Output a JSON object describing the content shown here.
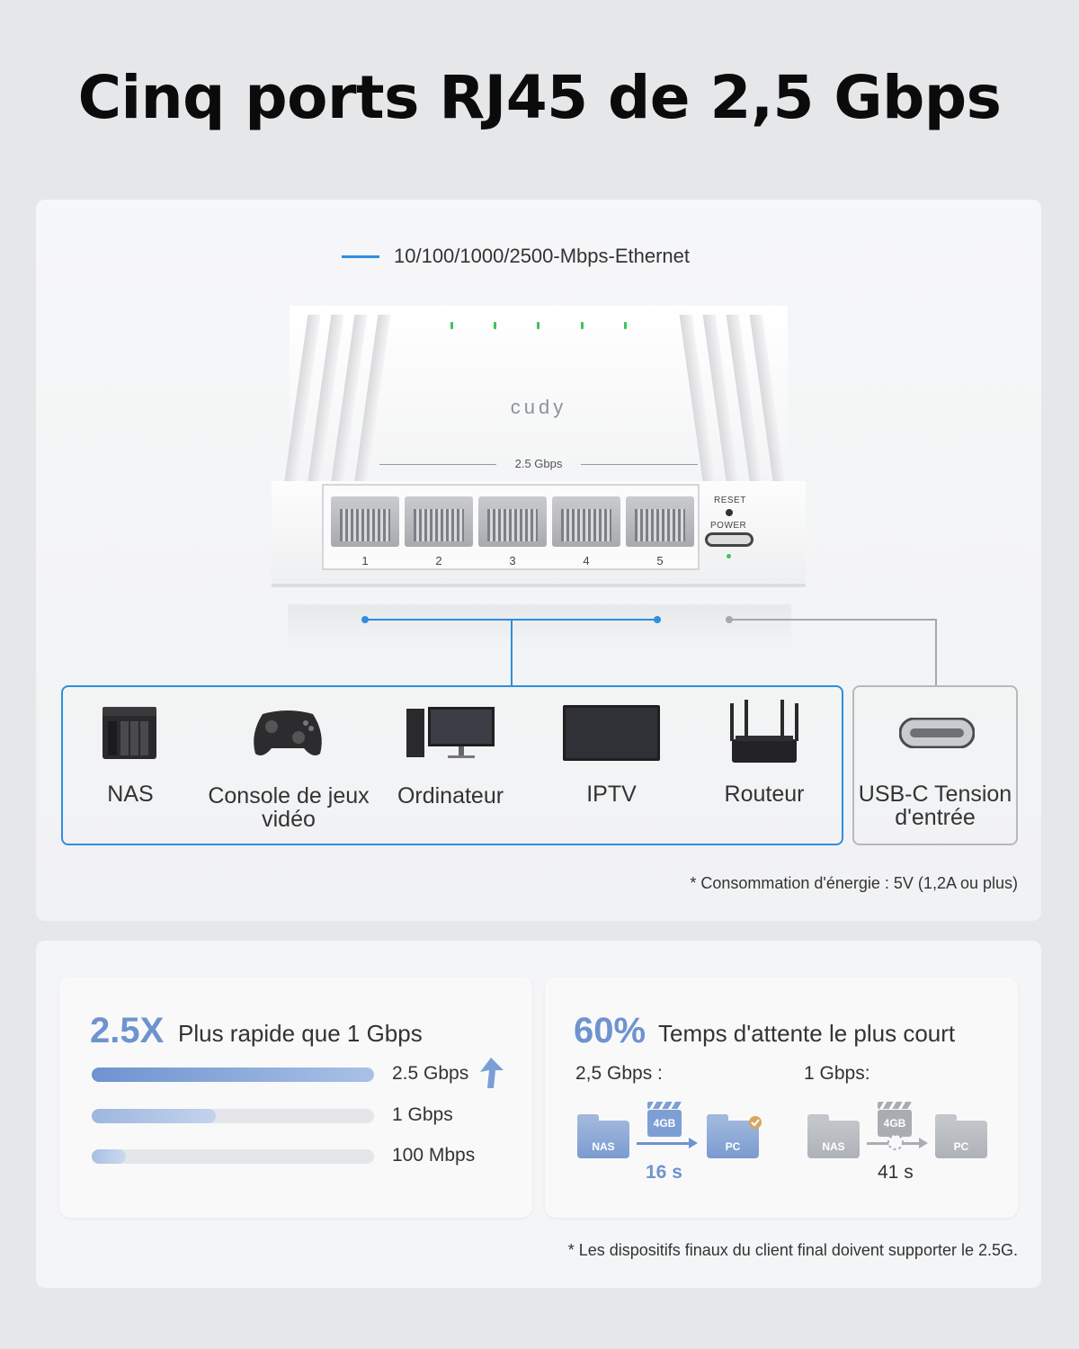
{
  "title": "Cinq ports RJ45 de 2,5 Gbps",
  "legend": {
    "label": "10/100/1000/2500-Mbps-Ethernet",
    "color": "#2e8ee0"
  },
  "switch": {
    "brand": "cudy",
    "speed_label": "2.5 Gbps",
    "ports": [
      "1",
      "2",
      "3",
      "4",
      "5"
    ],
    "reset_label": "RESET",
    "power_label": "POWER"
  },
  "devices": [
    {
      "label": "NAS",
      "icon": "nas-icon"
    },
    {
      "label": "Console de jeux vidéo",
      "icon": "gamepad-icon"
    },
    {
      "label": "Ordinateur",
      "icon": "computer-icon"
    },
    {
      "label": "IPTV",
      "icon": "tv-icon"
    },
    {
      "label": "Routeur",
      "icon": "router-icon"
    }
  ],
  "usb": {
    "label": "USB-C Tension d'entrée",
    "icon": "usb-c-icon"
  },
  "energy_note": "* Consommation d'énergie : 5V (1,2A ou plus)",
  "speed_card": {
    "big": "2.5X",
    "headline": "Plus rapide que 1 Gbps",
    "bars": [
      {
        "label": "2.5 Gbps",
        "fraction": 1.0
      },
      {
        "label": "1 Gbps",
        "fraction": 0.44
      },
      {
        "label": "100 Mbps",
        "fraction": 0.12
      }
    ],
    "accent": "#6e93cf"
  },
  "wait_card": {
    "big": "60%",
    "headline": "Temps d'attente le plus court",
    "fast": {
      "label": "2,5 Gbps :",
      "from": "NAS",
      "size": "4GB",
      "to": "PC",
      "time": "16 s"
    },
    "slow": {
      "label": "1 Gbps:",
      "from": "NAS",
      "size": "4GB",
      "to": "PC",
      "time": "41 s"
    }
  },
  "foot_note": "* Les dispositifs finaux du client final doivent supporter le 2.5G."
}
